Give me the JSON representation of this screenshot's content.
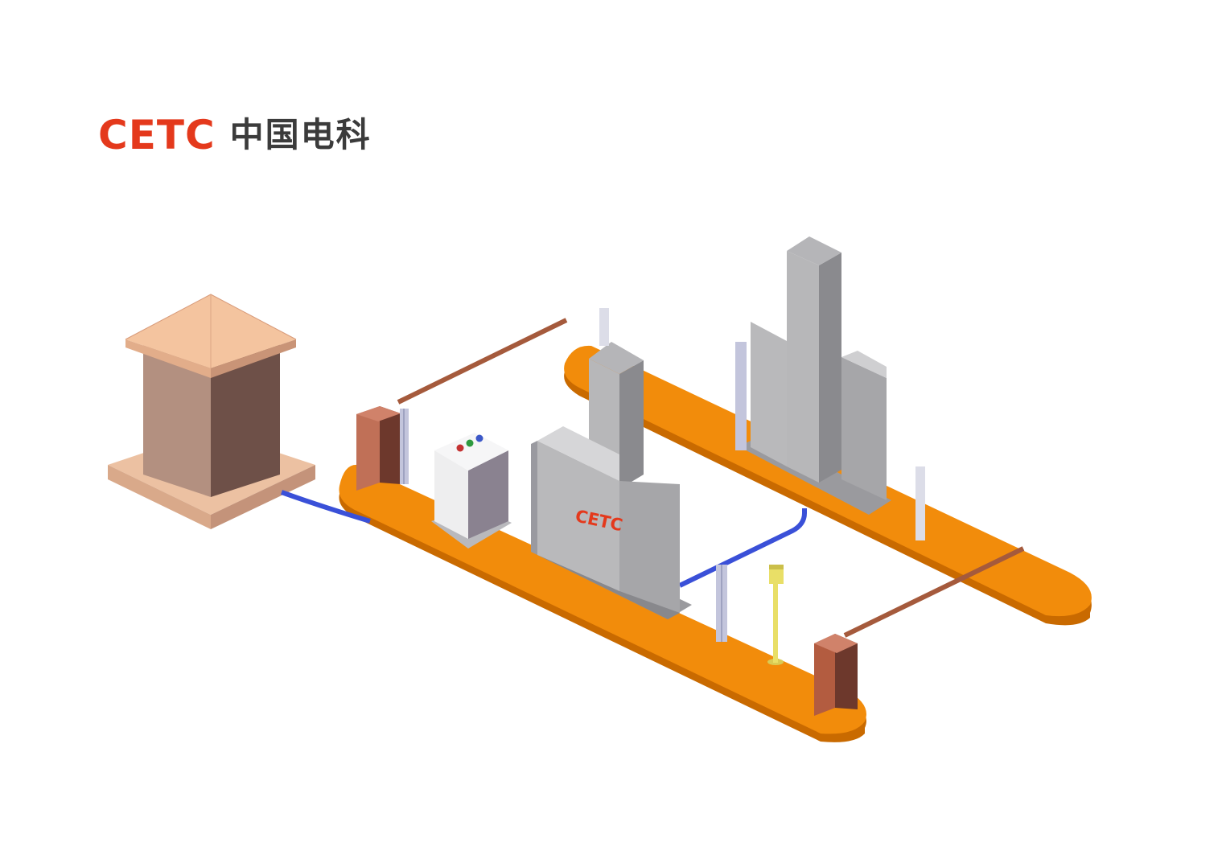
{
  "logo": {
    "latin": "CETC",
    "chinese": "中国电科",
    "latin_color": "#e4391c",
    "chinese_color": "#3b3b3b",
    "accent_color": "#8b2bb5"
  },
  "portal_logo": {
    "text": "CETC",
    "color": "#e4391c"
  },
  "colors": {
    "base_top": "#f28c0b",
    "base_side": "#c96a00",
    "booth_roof": "#f1c29c",
    "booth_body": "#b39080",
    "barrier_box": "#b35c40",
    "barrier_arm": "#a55a3c",
    "cable": "#3a50d8",
    "cabinet": "#e6e6e8",
    "portal_panel": "#b7b7b9",
    "light_pole": "#e9df67"
  }
}
